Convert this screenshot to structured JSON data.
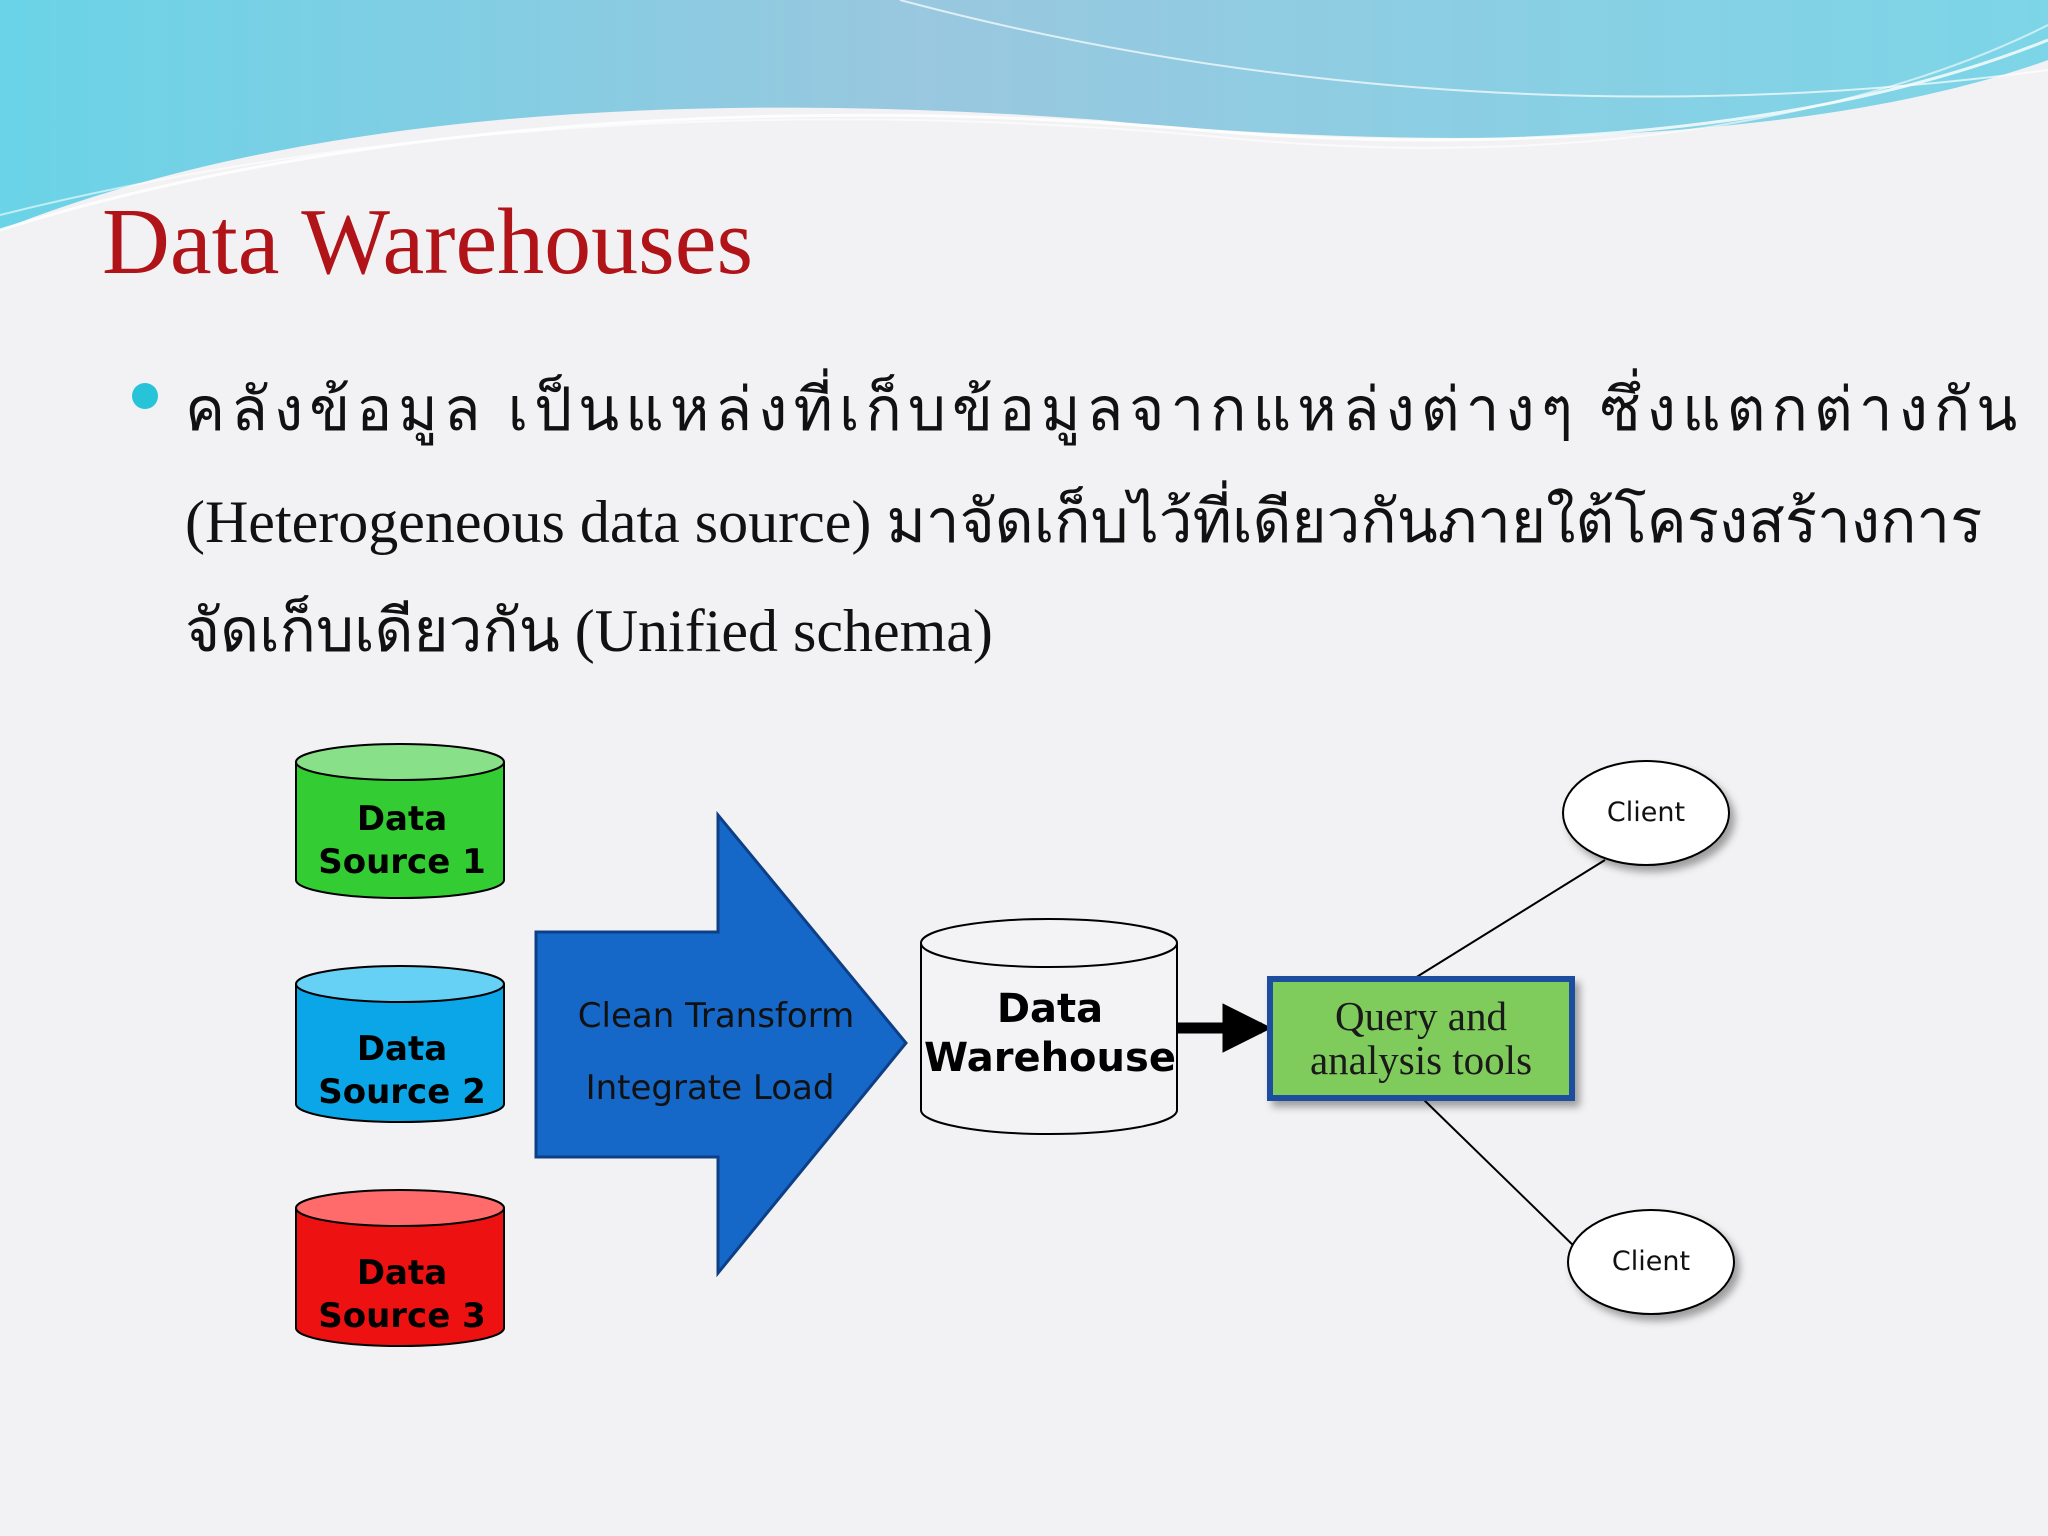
{
  "slide": {
    "title": "Data Warehouses",
    "bullet": {
      "line1": "คลังข้อมูล เป็นแหล่งที่เก็บข้อมูลจากแหล่งต่างๆ ซึ่งแตกต่างกัน",
      "line2": "(Heterogeneous data source) มาจัดเก็บไว้ที่เดียวกันภายใต้โครงสร้างการ",
      "line3": "จัดเก็บเดียวกัน (Unified schema)"
    }
  },
  "diagram": {
    "sources": [
      {
        "line1": "Data",
        "line2": "Source 1",
        "color": "#33cc33",
        "top_color": "#88e088"
      },
      {
        "line1": "Data",
        "line2": "Source 2",
        "color": "#0aa6e8",
        "top_color": "#66d0f5"
      },
      {
        "line1": "Data",
        "line2": "Source 3",
        "color": "#ee1111",
        "top_color": "#ff6a6a"
      }
    ],
    "etl_arrow": {
      "line1": "Clean Transform",
      "line2": "Integrate Load",
      "color": "#1567c8"
    },
    "warehouse": {
      "line1": "Data",
      "line2": "Warehouse"
    },
    "query_tools": {
      "line1": "Query and",
      "line2": "analysis tools",
      "color": "#7fcc5c",
      "border": "#1f4e9e"
    },
    "clients": [
      {
        "label": "Client"
      },
      {
        "label": "Client"
      }
    ]
  },
  "colors": {
    "title": "#b01418",
    "bullet": "#27c3d8",
    "header_wave": "#56c8e4"
  }
}
